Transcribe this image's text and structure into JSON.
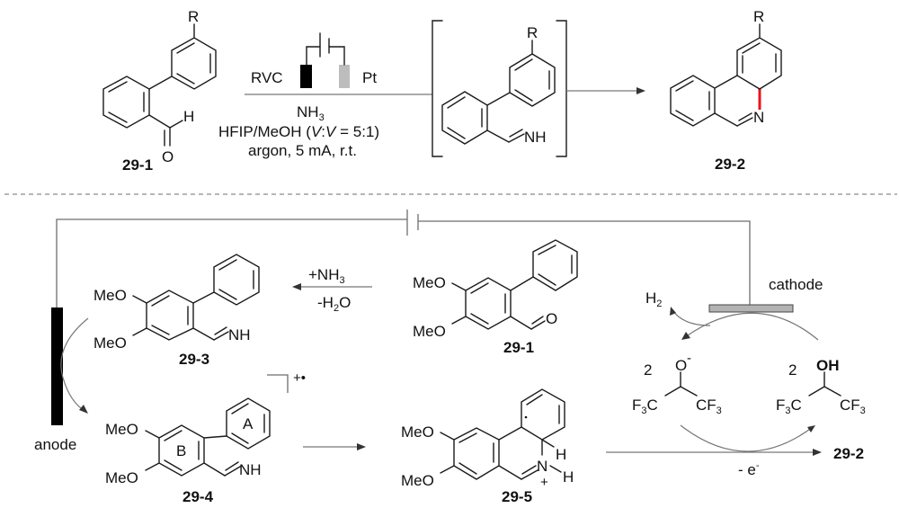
{
  "top_reaction": {
    "reactant_label": "29-1",
    "product_label": "29-2",
    "substituent": "R",
    "aldehyde_h": "H",
    "aldehyde_o": "O",
    "intermediate_nh": "NH",
    "product_n": "N",
    "electrode_anode": "RVC",
    "electrode_cathode": "Pt",
    "reagent_line1": "NH",
    "reagent_line1_sub": "3",
    "reagent_line2_prefix": "HFIP/MeOH (",
    "reagent_line2_italic_v1": "V",
    "reagent_line2_colon": ":",
    "reagent_line2_italic_v2": "V",
    "reagent_line2_suffix": " = 5:1)",
    "reagent_line3": "argon, 5 mA, r.t.",
    "new_bond_color": "#e8141b"
  },
  "mechanism": {
    "anode_label": "anode",
    "cathode_label": "cathode",
    "step1_above": "+NH",
    "step1_above_sub": "3",
    "step1_below_prefix": "-H",
    "step1_below_sub": "2",
    "step1_below_suffix": "O",
    "cmp_29_1": "29-1",
    "cmp_29_3": "29-3",
    "cmp_29_4": "29-4",
    "cmp_29_5": "29-5",
    "cmp_29_2": "29-2",
    "meo": "MeO",
    "aldehyde_o": "O",
    "nh": "NH",
    "ring_a": "A",
    "ring_b": "B",
    "radical_cation": "+•",
    "h_label": "H",
    "n_label": "N",
    "plus": "+",
    "h2_main": "H",
    "h2_sub": "2",
    "coef_left": "2",
    "coef_right": "2",
    "alkoxide_o": "O",
    "alkoxide_charge": "-",
    "alcohol_oh": "OH",
    "f3c_f": "F",
    "f3c_sub": "3",
    "f3c_c": "C",
    "cf3_cf": "CF",
    "cf3_sub": "3",
    "electron_loss_prefix": "- e",
    "electron_loss_sup": "-",
    "anode_color": "#000000",
    "cathode_color": "#b3b3b3"
  }
}
